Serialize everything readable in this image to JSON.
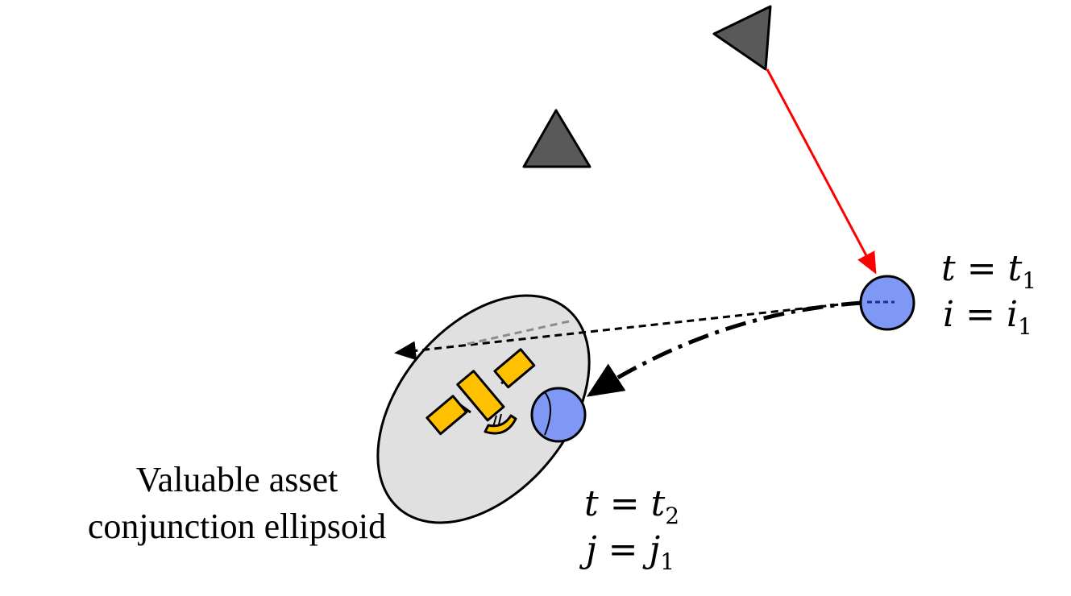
{
  "diagram": {
    "caption": {
      "line1": "Valuable asset",
      "line2": "conjunction ellipsoid"
    },
    "label_t1": {
      "var": "t",
      "eq": "=",
      "val": "t",
      "sub": "1"
    },
    "label_i1": {
      "var": "i",
      "eq": "=",
      "val": "i",
      "sub": "1"
    },
    "label_t2": {
      "var": "t",
      "eq": "=",
      "val": "t",
      "sub": "2"
    },
    "label_j1": {
      "var": "j",
      "eq": "=",
      "val": "j",
      "sub": "1"
    },
    "icons": {
      "sensor_a": "triangle-sensor-icon",
      "sensor_b": "triangle-sensor-icon",
      "satellite": "satellite-icon"
    },
    "colors": {
      "sensor": "#595959",
      "measurement_arrow": "#ff0000",
      "debris": "#7f97f5",
      "satellite": "#ffc000",
      "ellipsoid": "#e0e0e0"
    }
  }
}
